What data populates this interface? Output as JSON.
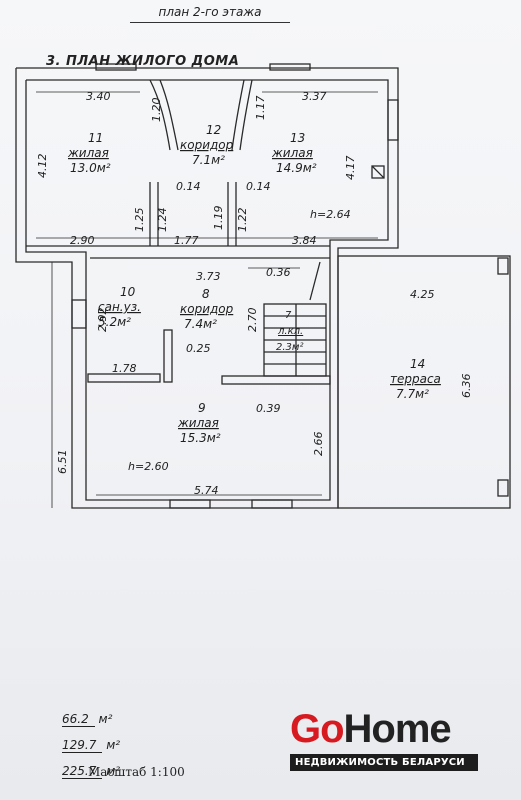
{
  "floor_title": "план 2-го этажа",
  "plan_heading": "3. ПЛАН ЖИЛОГО ДОМА",
  "rooms": [
    {
      "num": "11",
      "type": "жилая",
      "area": "13.0м²"
    },
    {
      "num": "12",
      "type": "коридор",
      "area": "7.1м²"
    },
    {
      "num": "13",
      "type": "жилая",
      "area": "14.9м²"
    },
    {
      "num": "10",
      "type": "сан.уз.",
      "area": "5.2м²"
    },
    {
      "num": "8",
      "type": "коридор",
      "area": "7.4м²"
    },
    {
      "num": "7",
      "type": "л.кл.",
      "area": "2.3м²"
    },
    {
      "num": "9",
      "type": "жилая",
      "area": "15.3м²"
    },
    {
      "num": "14",
      "type": "терраса",
      "area": "7.7м²"
    }
  ],
  "dimensions": [
    "3.40",
    "1.20",
    "1.17",
    "3.37",
    "4.12",
    "4.17",
    "0.14",
    "0.14",
    "1.25",
    "1.24",
    "1.19",
    "1.22",
    "2.90",
    "1.77",
    "3.84",
    "3.73",
    "0.36",
    "4.25",
    "2.92",
    "2.70",
    "6.36",
    "1.78",
    "0.25",
    "0.39",
    "6.51",
    "2.66",
    "5.74"
  ],
  "heights": [
    "h=2.64",
    "h=2.60"
  ],
  "totals": {
    "living": "66.2",
    "total": "129.7",
    "overall": "225.7",
    "unit": "м²"
  },
  "scale_text": "Масштаб  1:100",
  "brand": {
    "go": "Go",
    "home": "Home",
    "tagline": "НЕДВИЖИМОСТЬ БЕЛАРУСИ",
    "accent": "#d71920"
  }
}
